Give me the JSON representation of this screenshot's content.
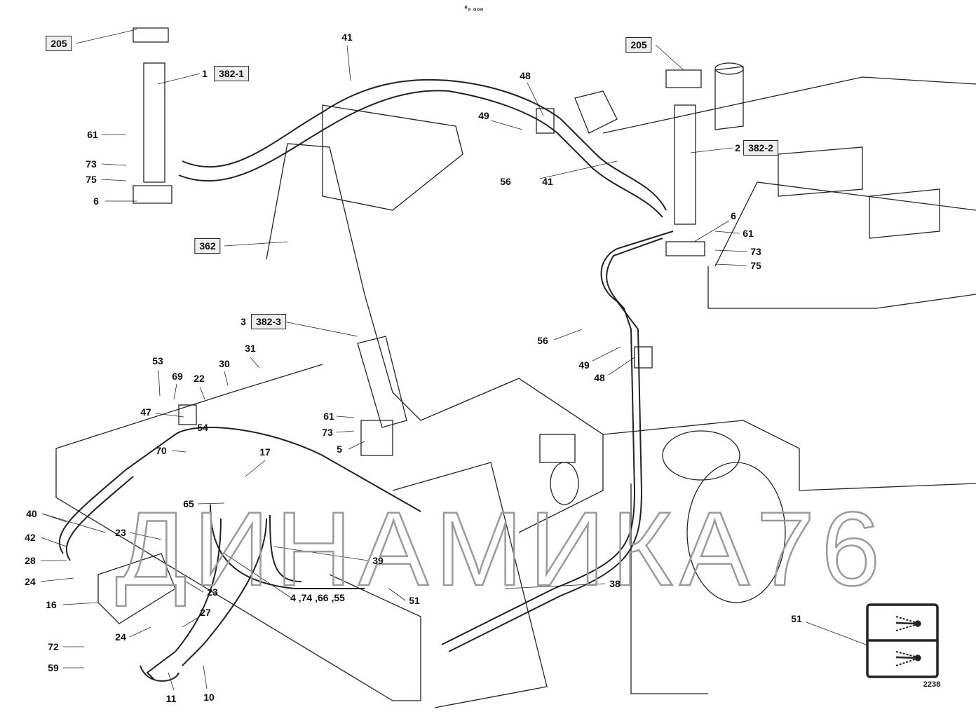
{
  "header_mark": "ᵉ₀ ₀₀₀",
  "watermark": "ДИНАМИКА76",
  "figure_number": "2238",
  "boxed_refs": {
    "a205_left": "205",
    "a382_1": "382-1",
    "a205_right": "205",
    "a382_2": "382-2",
    "a362": "362",
    "a382_3": "382-3"
  },
  "callouts": [
    "1",
    "2",
    "3",
    "41",
    "48",
    "49",
    "56",
    "41",
    "61",
    "73",
    "75",
    "6",
    "6",
    "61",
    "73",
    "75",
    "56",
    "49",
    "48",
    "53",
    "69",
    "22",
    "30",
    "31",
    "47",
    "54",
    "61",
    "73",
    "5",
    "70",
    "17",
    "65",
    "40",
    "42",
    "23",
    "28",
    "24",
    "16",
    "23",
    "39",
    "4 ,74 ,66 ,55",
    "51",
    "38",
    "27",
    "24",
    "72",
    "59",
    "11",
    "10",
    "51"
  ],
  "colors": {
    "line": "#222222",
    "watermark": "#9a9a9a",
    "label_box": "#eeeeee"
  }
}
